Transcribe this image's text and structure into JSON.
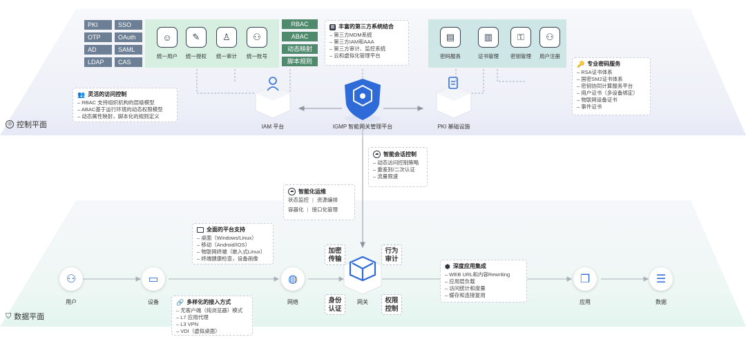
{
  "control_plane": {
    "title": "控制平面",
    "protocols": [
      "PKI",
      "SSO",
      "OTP",
      "OAuth",
      "AD",
      "SAML",
      "LDAP",
      "CAS"
    ],
    "iam_functions": [
      "统一用户",
      "统一授权",
      "统一审计",
      "统一账号"
    ],
    "policy_tags": [
      "RBAC",
      "ABAC",
      "动态映射",
      "脚本规则"
    ],
    "third_party": {
      "title": "丰富的第三方系统结合",
      "items": [
        "第三方MDM系统",
        "第三方IAM和AAA",
        "第三方审计、监控系统",
        "云和虚拟化管理平台"
      ]
    },
    "pki_functions": [
      "密码服务",
      "证书管理",
      "密钥管理",
      "用户注册"
    ],
    "crypto_service": {
      "title": "专业密码服务",
      "items": [
        "RSA证书体系",
        "国密SM2证书体系",
        "密钥协同计算服务平台",
        "用户证书（多设备绑定）",
        "物联网设备证书",
        "事件证书"
      ]
    },
    "access_control": {
      "title": "灵活的访问控制",
      "items": [
        "RBAC 支持组织机构的层级模型",
        "ABAC基于运行环境的动态权限模型",
        "动态属性映射，脚本化的规则定义"
      ]
    },
    "iam_label": "IAM 平台",
    "igmp_label": "IGMP 智能网关管理平台",
    "pki_label": "PKI 基础设施"
  },
  "middle": {
    "session_control": {
      "title": "智能会话控制",
      "items": [
        "动态访问控制策略",
        "重鉴别/二次认证",
        "流量限速"
      ]
    },
    "ops": {
      "title": "智能化运维",
      "rows": [
        [
          "状态监控",
          "资源编排"
        ],
        [
          "容器化",
          "接口化管理"
        ]
      ]
    }
  },
  "data_plane": {
    "title": "数据平面",
    "platform": {
      "title": "全面的平台支持",
      "items": [
        "桌面（Windows/Linux）",
        "移动（Android/IOS）",
        "物联网终端（嵌入式Linux）",
        "终端健康检查，设备画像"
      ]
    },
    "access_modes": {
      "title": "多样化的接入方式",
      "items": [
        "无客户端（纯浏览器）模式",
        "L7 应用代理",
        "L3 VPN",
        "VDI（虚拟桌面）"
      ]
    },
    "app_integration": {
      "title": "深度应用集成",
      "items": [
        "WEB URL和内容Rewriting",
        "应用层负载",
        "访问统计和度量",
        "缓存和连接复用"
      ]
    },
    "gateway_features": [
      "加密传输",
      "行为审计",
      "身份认证",
      "权限控制"
    ],
    "nodes": [
      "用户",
      "设备",
      "网络",
      "网关",
      "应用",
      "数据"
    ]
  },
  "colors": {
    "accent": "#2f6bd8",
    "green_panel": "#d6efe0",
    "green_tag": "#4f8a6d",
    "teal_panel": "#cfe6e6",
    "grey_tag": "#6d7f95"
  }
}
